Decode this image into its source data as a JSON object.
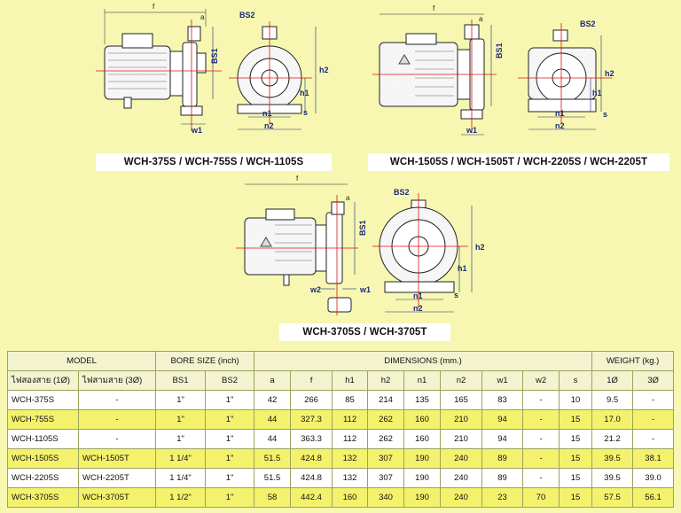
{
  "captions": {
    "group1": "WCH-375S / WCH-755S / WCH-1105S",
    "group2": "WCH-1505S / WCH-1505T / WCH-2205S / WCH-2205T",
    "group3": "WCH-3705S / WCH-3705T"
  },
  "drawing_labels": {
    "f": "f",
    "a": "a",
    "bs1": "BS1",
    "bs2": "BS2",
    "h1": "h1",
    "h2": "h2",
    "n1": "n1",
    "n2": "n2",
    "s": "s",
    "w1": "w1",
    "w2": "w2"
  },
  "table": {
    "model_header": "MODEL",
    "bore_header": "BORE SIZE (inch)",
    "dim_header": "DIMENSIONS (mm.)",
    "weight_header": "WEIGHT (kg.)",
    "single_phase": "ไฟสองสาย",
    "single_phase_sym": "(1Ø)",
    "three_phase": "ไฟสามสาย",
    "three_phase_sym": "(3Ø)",
    "columns": [
      "BS1",
      "BS2",
      "a",
      "f",
      "h1",
      "h2",
      "n1",
      "n2",
      "w1",
      "w2",
      "s",
      "1Ø",
      "3Ø"
    ],
    "rows": [
      [
        "WCH-375S",
        "-",
        "1\"",
        "1\"",
        "42",
        "266",
        "85",
        "214",
        "135",
        "165",
        "83",
        "-",
        "10",
        "9.5",
        "-"
      ],
      [
        "WCH-755S",
        "-",
        "1\"",
        "1\"",
        "44",
        "327.3",
        "112",
        "262",
        "160",
        "210",
        "94",
        "-",
        "15",
        "17.0",
        "-"
      ],
      [
        "WCH-1105S",
        "-",
        "1\"",
        "1\"",
        "44",
        "363.3",
        "112",
        "262",
        "160",
        "210",
        "94",
        "-",
        "15",
        "21.2",
        "-"
      ],
      [
        "WCH-1505S",
        "WCH-1505T",
        "1 1/4\"",
        "1\"",
        "51.5",
        "424.8",
        "132",
        "307",
        "190",
        "240",
        "89",
        "-",
        "15",
        "39.5",
        "38.1"
      ],
      [
        "WCH-2205S",
        "WCH-2205T",
        "1 1/4\"",
        "1\"",
        "51.5",
        "424.8",
        "132",
        "307",
        "190",
        "240",
        "89",
        "-",
        "15",
        "39.5",
        "39.0"
      ],
      [
        "WCH-3705S",
        "WCH-3705T",
        "1 1/2\"",
        "1\"",
        "58",
        "442.4",
        "160",
        "340",
        "190",
        "240",
        "23",
        "70",
        "15",
        "57.5",
        "56.1"
      ]
    ]
  }
}
